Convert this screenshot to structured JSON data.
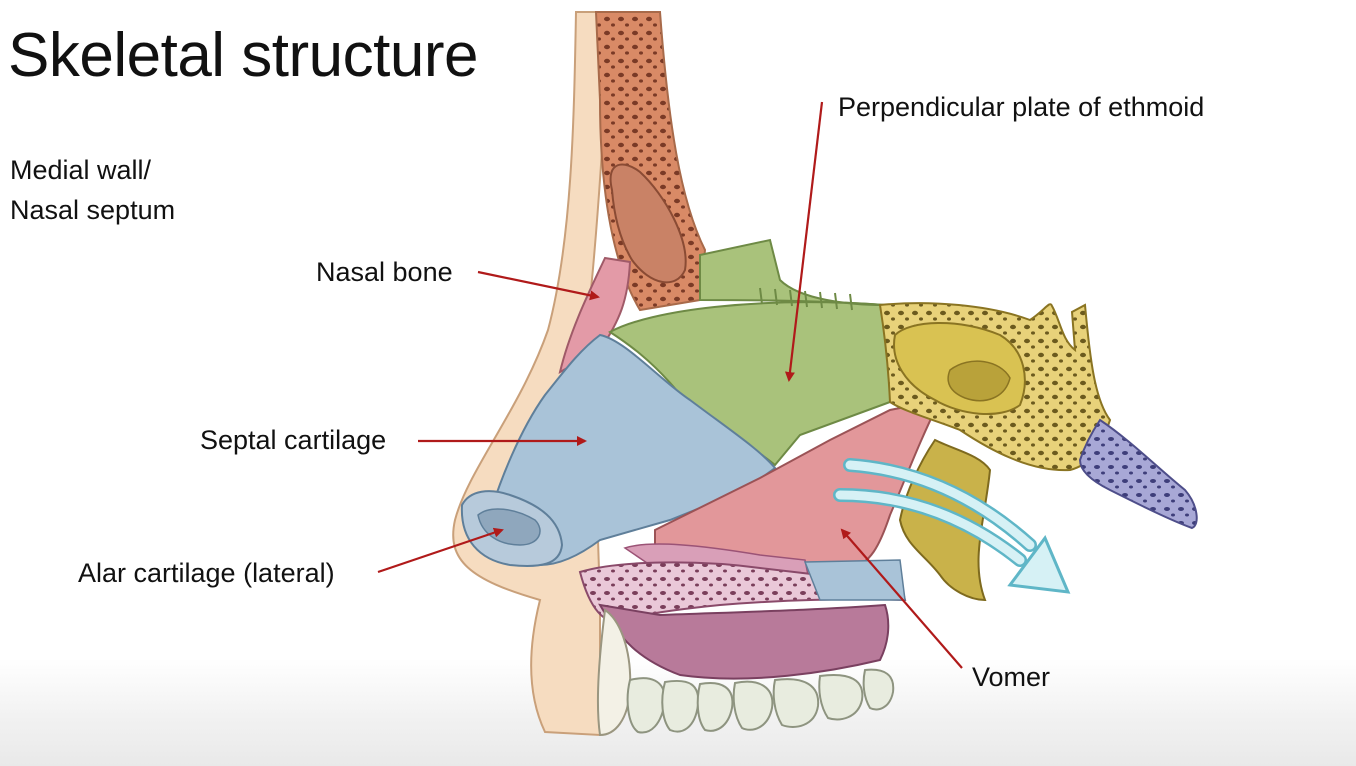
{
  "slide": {
    "title": "Skeletal structure",
    "subtitle_lines": [
      "Medial wall/",
      "Nasal septum"
    ]
  },
  "labels": {
    "perpendicular_plate": "Perpendicular plate of ethmoid",
    "nasal_bone": "Nasal bone",
    "septal_cartilage": "Septal cartilage",
    "alar_cartilage": "Alar cartilage (lateral)",
    "vomer": "Vomer"
  },
  "colors": {
    "leader_line": "#b01a1a",
    "skin": "#f6dcc0",
    "bone": "#f0c7ad",
    "nasal_bone": "#e39aa7",
    "ethmoid_plate": "#a9c27b",
    "septal_cartilage": "#a9c3d8",
    "vomer": "#e2979a",
    "sphenoid": "#e2d27a",
    "airflow": "#bfe6ee"
  }
}
